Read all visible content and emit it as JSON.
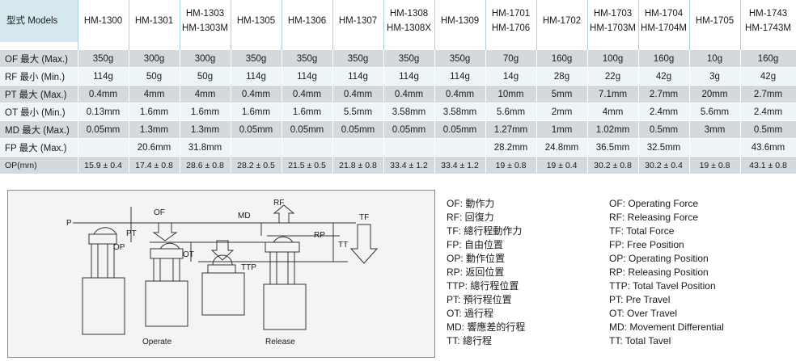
{
  "table": {
    "header_label": "型式 Models",
    "models": [
      [
        "HM-1300"
      ],
      [
        "HM-1301"
      ],
      [
        "HM-1303",
        "HM-1303M"
      ],
      [
        "HM-1305"
      ],
      [
        "HM-1306"
      ],
      [
        "HM-1307"
      ],
      [
        "HM-1308",
        "HM-1308X"
      ],
      [
        "HM-1309"
      ],
      [
        "HM-1701",
        "HM-1706"
      ],
      [
        "HM-1702"
      ],
      [
        "HM-1703",
        "HM-1703M"
      ],
      [
        "HM-1704",
        "HM-1704M"
      ],
      [
        "HM-1705"
      ],
      [
        "HM-1743",
        "HM-1743M"
      ]
    ],
    "rows": [
      {
        "label": "OF 最大 (Max.)",
        "values": [
          "350g",
          "300g",
          "300g",
          "350g",
          "350g",
          "350g",
          "350g",
          "350g",
          "70g",
          "160g",
          "100g",
          "160g",
          "10g",
          "160g"
        ]
      },
      {
        "label": "RF 最小 (Min.)",
        "values": [
          "114g",
          "50g",
          "50g",
          "114g",
          "114g",
          "114g",
          "114g",
          "114g",
          "14g",
          "28g",
          "22g",
          "42g",
          "3g",
          "42g"
        ]
      },
      {
        "label": "PT 最大 (Max.)",
        "values": [
          "0.4mm",
          "4mm",
          "4mm",
          "0.4mm",
          "0.4mm",
          "0.4mm",
          "0.4mm",
          "0.4mm",
          "10mm",
          "5mm",
          "7.1mm",
          "2.7mm",
          "20mm",
          "2.7mm"
        ]
      },
      {
        "label": "OT 最小 (Min.)",
        "values": [
          "0.13mm",
          "1.6mm",
          "1.6mm",
          "1.6mm",
          "1.6mm",
          "5.5mm",
          "3.58mm",
          "3.58mm",
          "5.6mm",
          "2mm",
          "4mm",
          "2.4mm",
          "5.6mm",
          "2.4mm"
        ]
      },
      {
        "label": "MD 最大 (Max.)",
        "values": [
          "0.05mm",
          "1.3mm",
          "1.3mm",
          "0.05mm",
          "0.05mm",
          "0.05mm",
          "0.05mm",
          "0.05mm",
          "1.27mm",
          "1mm",
          "1.02mm",
          "0.5mm",
          "3mm",
          "0.5mm"
        ]
      },
      {
        "label": "FP 最大 (Max.)",
        "values": [
          "",
          "20.6mm",
          "31.8mm",
          "",
          "",
          "",
          "",
          "",
          "28.2mm",
          "24.8mm",
          "36.5mm",
          "32.5mm",
          "",
          "43.6mm"
        ]
      },
      {
        "label": "OP(mm)",
        "values": [
          "15.9 ± 0.4",
          "17.4 ± 0.8",
          "28.6 ± 0.8",
          "28.2 ± 0.5",
          "21.5 ± 0.5",
          "21.8 ± 0.8",
          "33.4 ± 1.2",
          "33.4 ± 1.2",
          "19 ± 0.8",
          "19 ± 0.4",
          "30.2 ± 0.8",
          "30.2 ± 0.4",
          "19 ± 0.8",
          "43.1 ± 0.8"
        ]
      }
    ]
  },
  "diagram": {
    "labels": {
      "P": "P",
      "OF": "OF",
      "PT": "PT",
      "OP": "OP",
      "OT": "OT",
      "MD": "MD",
      "RF": "RF",
      "TF": "TF",
      "RP": "RP",
      "TT": "TT",
      "TTP": "TTP",
      "operate": "Operate",
      "release": "Release"
    }
  },
  "legend_zh": [
    "OF: 動作力",
    "RF: 回復力",
    "TF: 總行程動作力",
    "FP: 自由位置",
    "OP: 動作位置",
    "RP: 返回位置",
    "TTP: 總行程位置",
    "PT: 預行程位置",
    "OT: 過行程",
    "MD: 響應差的行程",
    "TT: 總行程"
  ],
  "legend_en": [
    "OF: Operating Force",
    "RF: Releasing Force",
    "TF: Total Force",
    "FP: Free Position",
    "OP: Operating Position",
    "RP: Releasing Position",
    "TTP: Total Tavel Position",
    "PT:  Pre Travel",
    "OT: Over Travel",
    "MD:  Movement Differential",
    "TT: Total Tavel"
  ]
}
